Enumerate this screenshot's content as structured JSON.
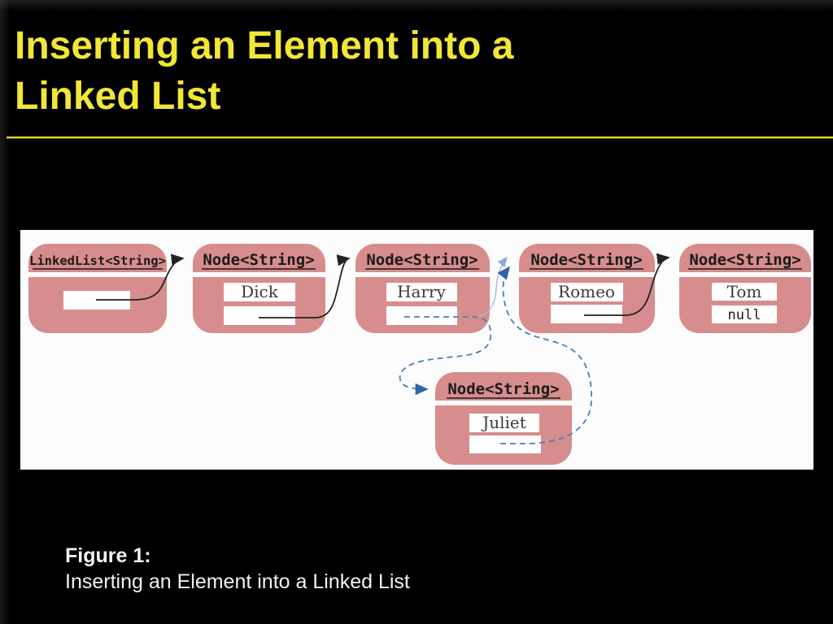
{
  "slide": {
    "title_line1": "Inserting an Element into a",
    "title_line2": "Linked List",
    "caption_label": "Figure 1:",
    "caption_text": "Inserting an Element into a Linked List"
  },
  "colors": {
    "title_yellow": "#f2e636",
    "rule_yellow": "#e3d92a",
    "node_fill": "#d78d8d",
    "arrow_black": "#222222",
    "new_link_dashed_blue": "#4b7eb5",
    "old_link_light_blue": "#a5b8d4",
    "panel_background": "#fcfcfd"
  },
  "diagram": {
    "nodes": [
      {
        "id": "linkedlist",
        "title": "LinkedList<String>",
        "first": ""
      },
      {
        "id": "node-dick",
        "title": "Node<String>",
        "data": "Dick",
        "next": ""
      },
      {
        "id": "node-harry",
        "title": "Node<String>",
        "data": "Harry",
        "next": ""
      },
      {
        "id": "node-romeo",
        "title": "Node<String>",
        "data": "Romeo",
        "next": ""
      },
      {
        "id": "node-tom",
        "title": "Node<String>",
        "data": "Tom",
        "next": "null"
      },
      {
        "id": "node-juliet",
        "title": "Node<String>",
        "data": "Juliet",
        "next": ""
      }
    ],
    "links": [
      {
        "from": "linkedlist.first",
        "to": "node-dick",
        "style": "solid-black"
      },
      {
        "from": "node-dick.next",
        "to": "node-harry",
        "style": "solid-black"
      },
      {
        "from": "node-harry.next",
        "to": "node-romeo",
        "style": "old-thin-blue"
      },
      {
        "from": "node-harry.next",
        "to": "node-juliet",
        "style": "new-dashed-blue"
      },
      {
        "from": "node-juliet.next",
        "to": "node-romeo",
        "style": "new-dashed-blue"
      },
      {
        "from": "node-romeo.next",
        "to": "node-tom",
        "style": "solid-black"
      }
    ]
  }
}
